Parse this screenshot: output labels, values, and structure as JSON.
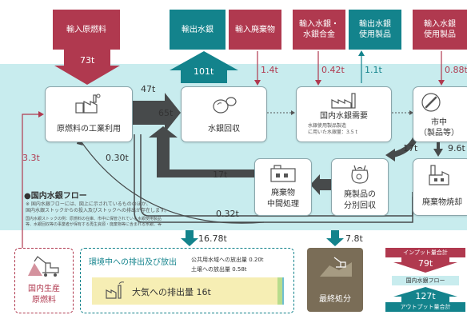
{
  "colors": {
    "red": "#b0394f",
    "teal": "#13838c",
    "band": "#c8ecee",
    "dark_arrow": "#474a4b",
    "olive": "#7a6d57"
  },
  "top_inputs": {
    "raw_fuel_import": "輸入原燃料",
    "mercury_export": "輸出水銀",
    "waste_import": "輸入廃棄物",
    "mercury_alloy_import_line1": "輸入水銀・",
    "mercury_alloy_import_line2": "水銀合金",
    "product_export_line1": "輸出水銀",
    "product_export_line2": "使用製品",
    "product_import_line1": "輸入水銀",
    "product_import_line2": "使用製品"
  },
  "nodes": {
    "industrial_use": "原燃料の工業利用",
    "mercury_recovery": "水銀回収",
    "domestic_demand": "国内水銀需要",
    "domestic_demand_note_line1": "水銀使用製品製造",
    "domestic_demand_note_line2": "に用いた水銀量：3.5 t",
    "market_line1": "市中",
    "market_line2": "（製品等）",
    "waste_treatment_line1": "廃棄物",
    "waste_treatment_line2": "中間処理",
    "waste_collection_line1": "廃製品の",
    "waste_collection_line2": "分別回収",
    "waste_incineration": "廃棄物焼却",
    "domestic_fuel_line1": "国内生産",
    "domestic_fuel_line2": "原燃料",
    "final_disposal": "最終処分"
  },
  "flows": {
    "raw_fuel": "73t",
    "export_mercury": "101t",
    "waste_import": "1.4t",
    "alloy_import": "0.42t",
    "product_export": "1.1t",
    "product_import": "0.88t",
    "to_recovery": "47t",
    "from_industrial": "65t",
    "domestic_fuel": "3.3t",
    "return_030": "0.30t",
    "market_to_demand": "17t",
    "market_to_incineration": "9.6t",
    "treatment_to_recovery": "17t",
    "incineration_return": "0.32t",
    "emission_total": "16.78t",
    "final_disposal": "7.8t"
  },
  "legend": {
    "title": "●国内水銀フロー",
    "note_line1": "※ 国内水銀フローには、図上に示されているもののほか、",
    "note_line2": "国内水銀ストックからの投入及びストックへの排出が存在します。",
    "note_line3": "国内水銀ストックの例：原燃料の在庫、市中に保管されている水銀使用製品",
    "note_line4": "等、水銀回収等の事業者が保有する再生資源・廃棄物等に含まれる水銀、等"
  },
  "emissions": {
    "title": "環境中への排出及び放出",
    "water": "公共用水域への放出量 0.20t",
    "soil": "土壌への放出量 0.58t",
    "air": "大気への排出量 16t"
  },
  "summary": {
    "input_label": "インプット量合計",
    "input_value": "79t",
    "flow_label": "国内水銀フロー",
    "output_value": "127t",
    "output_label": "アウトプット量合計"
  }
}
